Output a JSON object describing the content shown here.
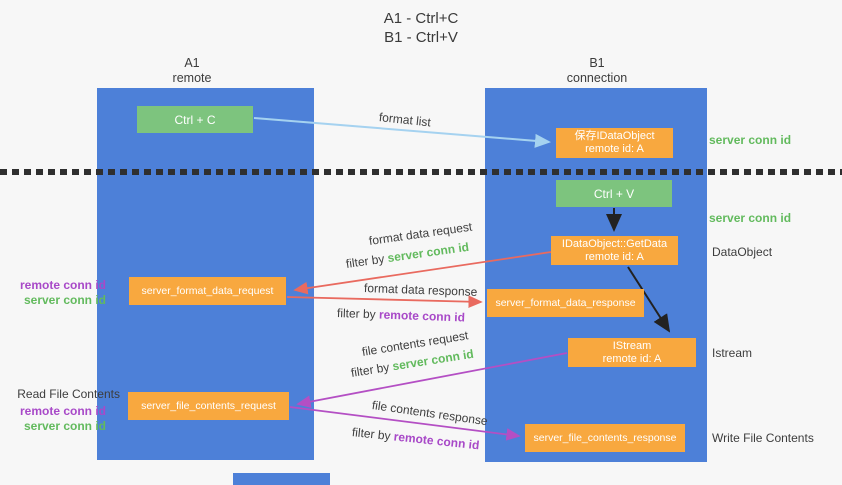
{
  "title": {
    "line1": "A1 - Ctrl+C",
    "line2": "B1 - Ctrl+V"
  },
  "lifelines": {
    "left": {
      "name": "A1",
      "role": "remote"
    },
    "right": {
      "name": "B1",
      "role": "connection"
    }
  },
  "nodes": {
    "ctrl_c": {
      "label": "Ctrl + C"
    },
    "ctrl_v": {
      "label": "Ctrl + V"
    },
    "save_dataobject": {
      "line1": "保存IDataObject",
      "line2": "remote id: A"
    },
    "getdata": {
      "line1": "IDataObject::GetData",
      "line2": "remote id: A"
    },
    "istream": {
      "line1": "IStream",
      "line2": "remote id: A"
    },
    "server_format_data_request": {
      "label": "server_format_data_request"
    },
    "server_format_data_response": {
      "label": "server_format_data_response"
    },
    "server_file_contents_request": {
      "label": "server_file_contents_request"
    },
    "server_file_contents_response": {
      "label": "server_file_contents_response"
    }
  },
  "arrows": {
    "format_list": {
      "label": "format list"
    },
    "format_data_request": {
      "label": "format data request",
      "filter_prefix": "filter by ",
      "filter_key": "server conn id"
    },
    "format_data_response": {
      "label": "format data response",
      "filter_prefix": "filter by ",
      "filter_key": "remote conn id"
    },
    "file_contents_request": {
      "label": "file contents request",
      "filter_prefix": "filter by ",
      "filter_key": "server conn id"
    },
    "file_contents_response": {
      "label": "file contents response",
      "filter_prefix": "filter by ",
      "filter_key": "remote conn id"
    }
  },
  "annotations": {
    "right": {
      "server_conn_id_top": "server conn id",
      "server_conn_id_mid": "server conn id",
      "dataobject": "DataObject",
      "istream": "Istream",
      "write_file_contents": "Write File Contents"
    },
    "left": {
      "remote_conn_id_format": "remote conn id",
      "server_conn_id_format": "server conn id",
      "read_file_contents": "Read File Contents",
      "remote_conn_id_file": "remote conn id",
      "server_conn_id_file": "server conn id"
    }
  },
  "colors": {
    "lifeline_blue": "#4d80d8",
    "node_orange": "#f8a83f",
    "node_green": "#7dc47e",
    "arrow_red": "#e96a5f",
    "arrow_purple": "#b44fc4",
    "arrow_light_blue": "#a5d2f0",
    "arrow_black": "#222222",
    "text_green": "#62ba5d",
    "text_purple": "#a849c8",
    "background": "#f7f7f7"
  }
}
